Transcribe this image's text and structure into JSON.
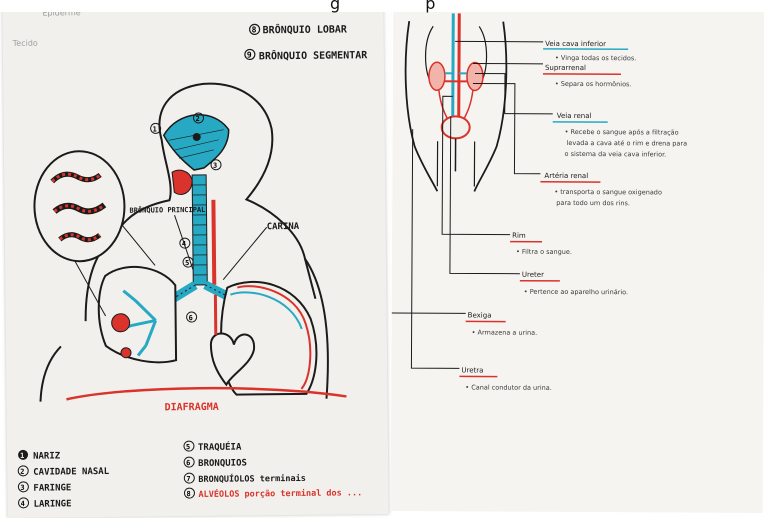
{
  "top_header": {
    "text": "g  p"
  },
  "left_page": {
    "corner_note_1": "Epiderme",
    "corner_note_2": "Tecido",
    "legend_right": [
      "BRÔNQUIO LOBAR",
      "BRÔNQUIO SEGMENTAR"
    ],
    "legend_numbers_right": [
      "8",
      "9"
    ],
    "labels": {
      "bronquio_principal": "BRÔNQUIO PRINCIPAL",
      "carina": "CARINA",
      "diafragma": "DIAFRAGMA"
    },
    "diagram_numbers": [
      "1",
      "2",
      "3",
      "4",
      "5",
      "6"
    ],
    "legend_bottom_left": [
      {
        "n": "1",
        "text": "NARIZ"
      },
      {
        "n": "2",
        "text": "CAVIDADE NASAL"
      },
      {
        "n": "3",
        "text": "FARINGE"
      },
      {
        "n": "4",
        "text": "LARINGE"
      }
    ],
    "legend_bottom_right": [
      {
        "n": "5",
        "text": "TRAQUÉIA"
      },
      {
        "n": "6",
        "text": "BRONQUIOS"
      },
      {
        "n": "7",
        "text": "BRONQUÍOLOS  terminais"
      },
      {
        "n": "8",
        "text": "ALVÉOLOS  porção terminal dos ..."
      }
    ],
    "colors": {
      "ink": "#1b1b1b",
      "red": "#d9332b",
      "cyan": "#27a9c4"
    }
  },
  "right_page": {
    "entries": [
      {
        "title": "Veia cava inferior",
        "note": "• Vinga todas os tecidos."
      },
      {
        "title": "Suprarrenal",
        "note": "• Separa os hormônios."
      },
      {
        "title": "Veia renal",
        "note1": "• Recebe o sangue após a filtração",
        "note2": "levada a cava até o rim e drena para",
        "note3": "o sistema da veia cava inferior."
      },
      {
        "title": "Artéria renal",
        "note1": "• transporta o sangue oxigenado",
        "note2": "para todo um dos rins."
      },
      {
        "title": "Rim",
        "note": "• Filtra o sangue."
      },
      {
        "title": "Ureter",
        "note": "• Pertence ao aparelho urinário."
      },
      {
        "title": "Bexiga",
        "note": "• Armazena a urina."
      },
      {
        "title": "Uretra",
        "note": "• Canal condutor da urina."
      }
    ]
  }
}
